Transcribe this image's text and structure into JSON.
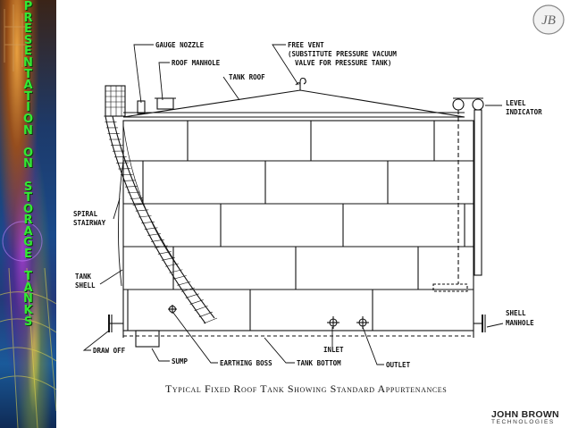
{
  "slide": {
    "sidebar_title": "PRESENTATION ON STORAGE TANKS",
    "logo_text": "JB",
    "caption": "Typical Fixed Roof Tank Showing Standard Appurtenances",
    "brand_line1": "JOHN BROWN",
    "brand_line2": "TECHNOLOGIES"
  },
  "labels": {
    "gauge_nozzle": "GAUGE NOZZLE",
    "roof_manhole": "ROOF MANHOLE",
    "tank_roof": "TANK ROOF",
    "free_vent_1": "FREE VENT",
    "free_vent_2": "(SUBSTITUTE PRESSURE VACUUM",
    "free_vent_3": "VALVE FOR PRESSURE TANK)",
    "level_indicator_1": "LEVEL",
    "level_indicator_2": "INDICATOR",
    "spiral_stairway_1": "SPIRAL",
    "spiral_stairway_2": "STAIRWAY",
    "tank_shell_1": "TANK",
    "tank_shell_2": "SHELL",
    "shell_manhole_1": "SHELL",
    "shell_manhole_2": "MANHOLE",
    "draw_off": "DRAW OFF",
    "sump": "SUMP",
    "earthing_boss": "EARTHING BOSS",
    "tank_bottom": "TANK BOTTOM",
    "inlet": "INLET",
    "outlet": "OUTLET"
  },
  "colors": {
    "sidebar_text": "#33e833",
    "line": "#111111"
  }
}
